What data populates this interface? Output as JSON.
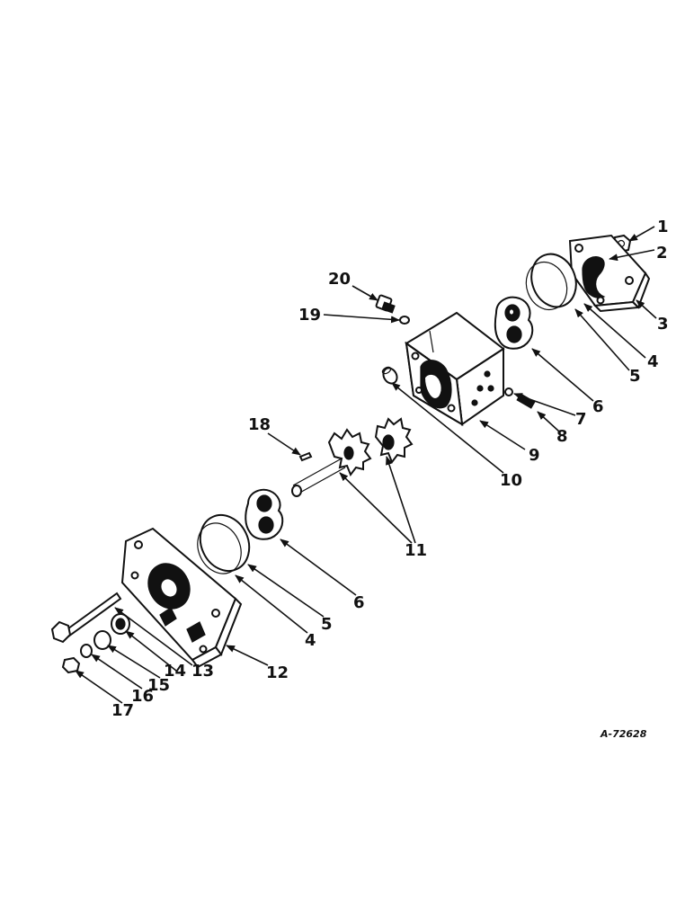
{
  "drawing_ref": "A-72628",
  "callouts": [
    {
      "id": "c1",
      "label": "1"
    },
    {
      "id": "c2",
      "label": "2"
    },
    {
      "id": "c3",
      "label": "3"
    },
    {
      "id": "c4a",
      "label": "4"
    },
    {
      "id": "c5a",
      "label": "5"
    },
    {
      "id": "c6a",
      "label": "6"
    },
    {
      "id": "c7",
      "label": "7"
    },
    {
      "id": "c8",
      "label": "8"
    },
    {
      "id": "c9",
      "label": "9"
    },
    {
      "id": "c10",
      "label": "10"
    },
    {
      "id": "c11",
      "label": "11"
    },
    {
      "id": "c6b",
      "label": "6"
    },
    {
      "id": "c5b",
      "label": "5"
    },
    {
      "id": "c4b",
      "label": "4"
    },
    {
      "id": "c12",
      "label": "12"
    },
    {
      "id": "c13",
      "label": "13"
    },
    {
      "id": "c14",
      "label": "14"
    },
    {
      "id": "c15",
      "label": "15"
    },
    {
      "id": "c16",
      "label": "16"
    },
    {
      "id": "c17",
      "label": "17"
    },
    {
      "id": "c18",
      "label": "18"
    },
    {
      "id": "c19",
      "label": "19"
    },
    {
      "id": "c20",
      "label": "20"
    }
  ]
}
